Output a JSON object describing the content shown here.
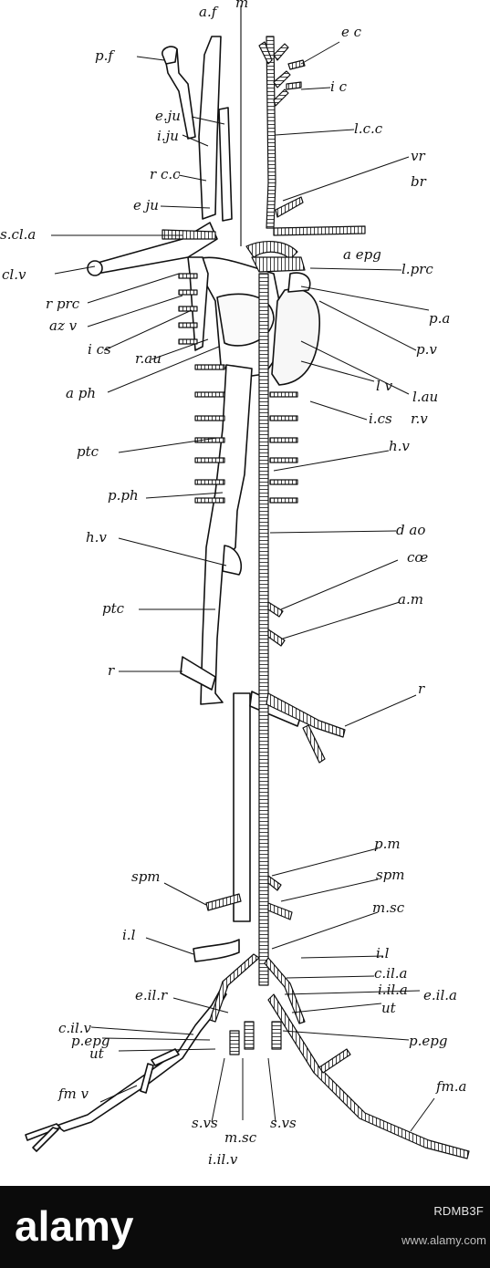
{
  "figure": {
    "labels": {
      "af": "a.f",
      "m": "m",
      "pf": "p.f",
      "ec": "e c",
      "ic": "i c",
      "eju1": "e.ju",
      "iju": "i.ju",
      "rcc": "r c.c",
      "eju2": "e ju",
      "lcc": "l.c.c",
      "vr": "vr",
      "br": "br",
      "scla": "s.cl.a",
      "clv": "cl.v",
      "aepg": "a epg",
      "lprc": "l.prc",
      "rprc": "r prc",
      "azv": "az v",
      "pa": "p.a",
      "pv": "p.v",
      "ics1": "i cs",
      "rau": "r.au",
      "lv": "l v",
      "lau": "l.au",
      "aph": "a ph",
      "ics2": "i.cs",
      "rv": "r.v",
      "ptc1": "ptc",
      "hv1": "h.v",
      "pph": "p.ph",
      "dao": "d ao",
      "hv2": "h.v",
      "coe": "cœ",
      "am": "a.m",
      "ptc2": "ptc",
      "r1": "r",
      "r2": "r",
      "pm": "p.m",
      "spm1": "spm",
      "spm2": "spm",
      "msc1": "m.sc",
      "il1": "i.l",
      "il2": "i.l",
      "eilr": "e.il.r",
      "cila": "c.il.a",
      "iila": "i.il.a",
      "eila": "e.il.a",
      "cilv": "c.il.v",
      "ut1": "ut",
      "pepg1": "p.epg",
      "ut2": "ut",
      "pepg2": "p.epg",
      "fmv": "fm v",
      "fma": "fm.a",
      "svs1": "s.vs",
      "msc2": "m.sc",
      "svs2": "s.vs",
      "iilv": "i.il.v"
    }
  },
  "watermark": {
    "logo": "alamy",
    "image_id": "RDMB3F",
    "domain": "www.alamy.com"
  },
  "colors": {
    "ink": "#111111",
    "background": "#ffffff",
    "bar": "#0b0b0b"
  }
}
